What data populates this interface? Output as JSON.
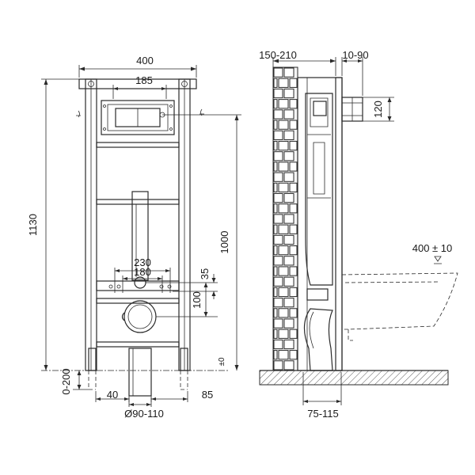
{
  "front_view": {
    "frame_width": "400",
    "top_width": "185",
    "total_height": "1130",
    "inner_height": "1000",
    "pipe_spacing_outer": "230",
    "pipe_spacing_inner": "180",
    "pipe_offset_small": "35",
    "pipe_offset_large": "100",
    "floor_adjust": "0-200",
    "foot_left": "40",
    "foot_right": "85",
    "drain_diameter": "Ø90-110",
    "floor_symbol": "±0"
  },
  "side_view": {
    "wall_depth": "150-210",
    "frame_gap": "10-90",
    "inlet_height": "120",
    "bowl_height": "400 ± 10",
    "floor_range": "75-115"
  }
}
